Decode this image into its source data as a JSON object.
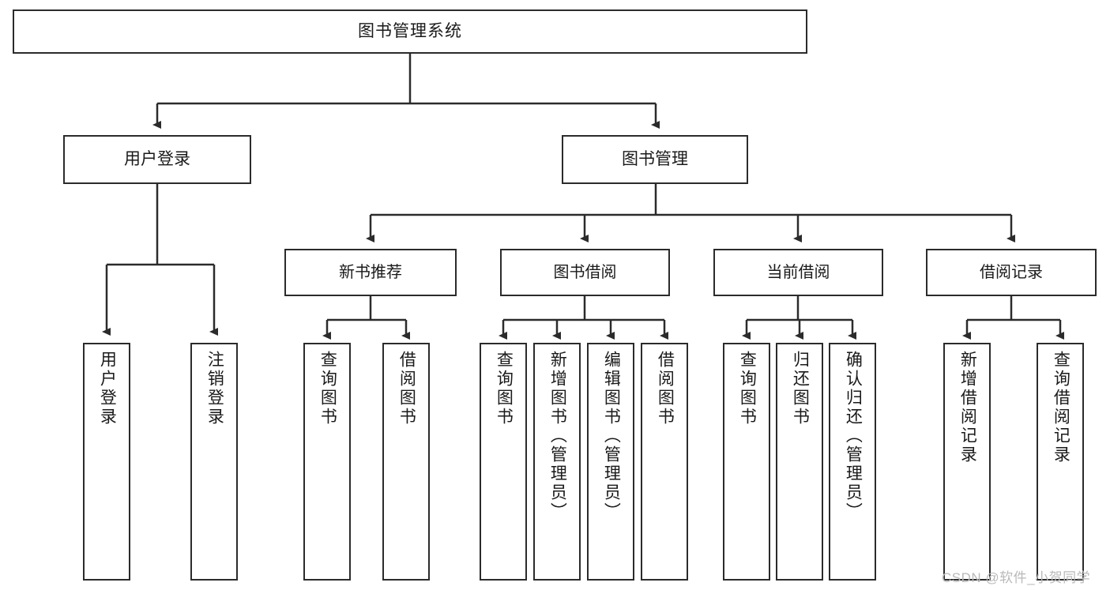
{
  "diagram": {
    "type": "tree",
    "title_node": {
      "label": "图书管理系统"
    },
    "level1": [
      {
        "label": "用户登录"
      },
      {
        "label": "图书管理"
      }
    ],
    "level2": [
      {
        "label": "新书推荐"
      },
      {
        "label": "图书借阅"
      },
      {
        "label": "当前借阅"
      },
      {
        "label": "借阅记录"
      }
    ],
    "leaves": {
      "user_login": [
        {
          "label": "用户登录"
        },
        {
          "label": "注销登录"
        }
      ],
      "new_book_recommend": [
        {
          "label": "查询图书"
        },
        {
          "label": "借阅图书"
        }
      ],
      "book_borrow": [
        {
          "label": "查询图书"
        },
        {
          "label": "新增图书（管理员）"
        },
        {
          "label": "编辑图书（管理员）"
        },
        {
          "label": "借阅图书"
        }
      ],
      "current_borrow": [
        {
          "label": "查询图书"
        },
        {
          "label": "归还图书"
        },
        {
          "label": "确认归还（管理员）"
        }
      ],
      "borrow_record": [
        {
          "label": "新增借阅记录"
        },
        {
          "label": "查询借阅记录"
        }
      ]
    }
  },
  "watermark": {
    "text": "CSDN @软件_小贺同学"
  },
  "colors": {
    "border": "#2b2b2b",
    "background": "#ffffff",
    "text": "#1a1a1a",
    "watermark": "#b9b9b9"
  }
}
